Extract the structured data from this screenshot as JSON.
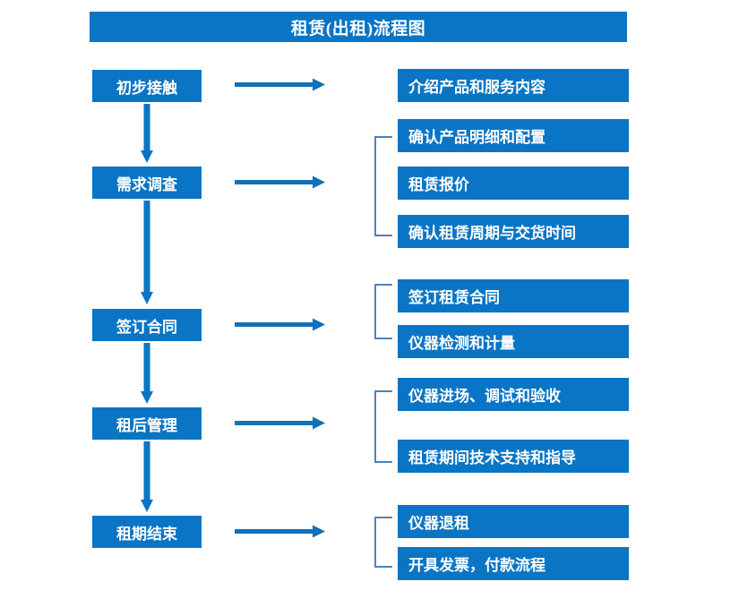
{
  "chart_data": {
    "type": "diagram",
    "title": "租赁(出租)流程图",
    "diagram_kind": "flowchart",
    "orientation": "vertical-stages-with-right-details",
    "accent_color": "#0a75c4",
    "bracket_color": "#4f81bd",
    "stages": [
      {
        "id": "stage-1",
        "label": "初步接触",
        "details": [
          "介绍产品和服务内容"
        ]
      },
      {
        "id": "stage-2",
        "label": "需求调查",
        "details": [
          "确认产品明细和配置",
          "租赁报价",
          "确认租赁周期与交货时间"
        ]
      },
      {
        "id": "stage-3",
        "label": "签订合同",
        "details": [
          "签订租赁合同",
          "仪器检测和计量"
        ]
      },
      {
        "id": "stage-4",
        "label": "租后管理",
        "details": [
          "仪器进场、调试和验收",
          "租赁期间技术支持和指导"
        ]
      },
      {
        "id": "stage-5",
        "label": "租期结束",
        "details": [
          "仪器退租",
          "开具发票，付款流程"
        ]
      }
    ]
  },
  "title": {
    "text": "租赁(出租)流程图"
  },
  "stages": [
    {
      "label": "初步接触"
    },
    {
      "label": "需求调查"
    },
    {
      "label": "签订合同"
    },
    {
      "label": "租后管理"
    },
    {
      "label": "租期结束"
    }
  ],
  "details": {
    "group1": [
      {
        "label": "介绍产品和服务内容"
      }
    ],
    "group2": [
      {
        "label": "确认产品明细和配置"
      },
      {
        "label": "租赁报价"
      },
      {
        "label": "确认租赁周期与交货时间"
      }
    ],
    "group3": [
      {
        "label": "签订租赁合同"
      },
      {
        "label": "仪器检测和计量"
      }
    ],
    "group4": [
      {
        "label": "仪器进场、调试和验收"
      },
      {
        "label": "租赁期间技术支持和指导"
      }
    ],
    "group5": [
      {
        "label": "仪器退租"
      },
      {
        "label": "开具发票，付款流程"
      }
    ]
  }
}
